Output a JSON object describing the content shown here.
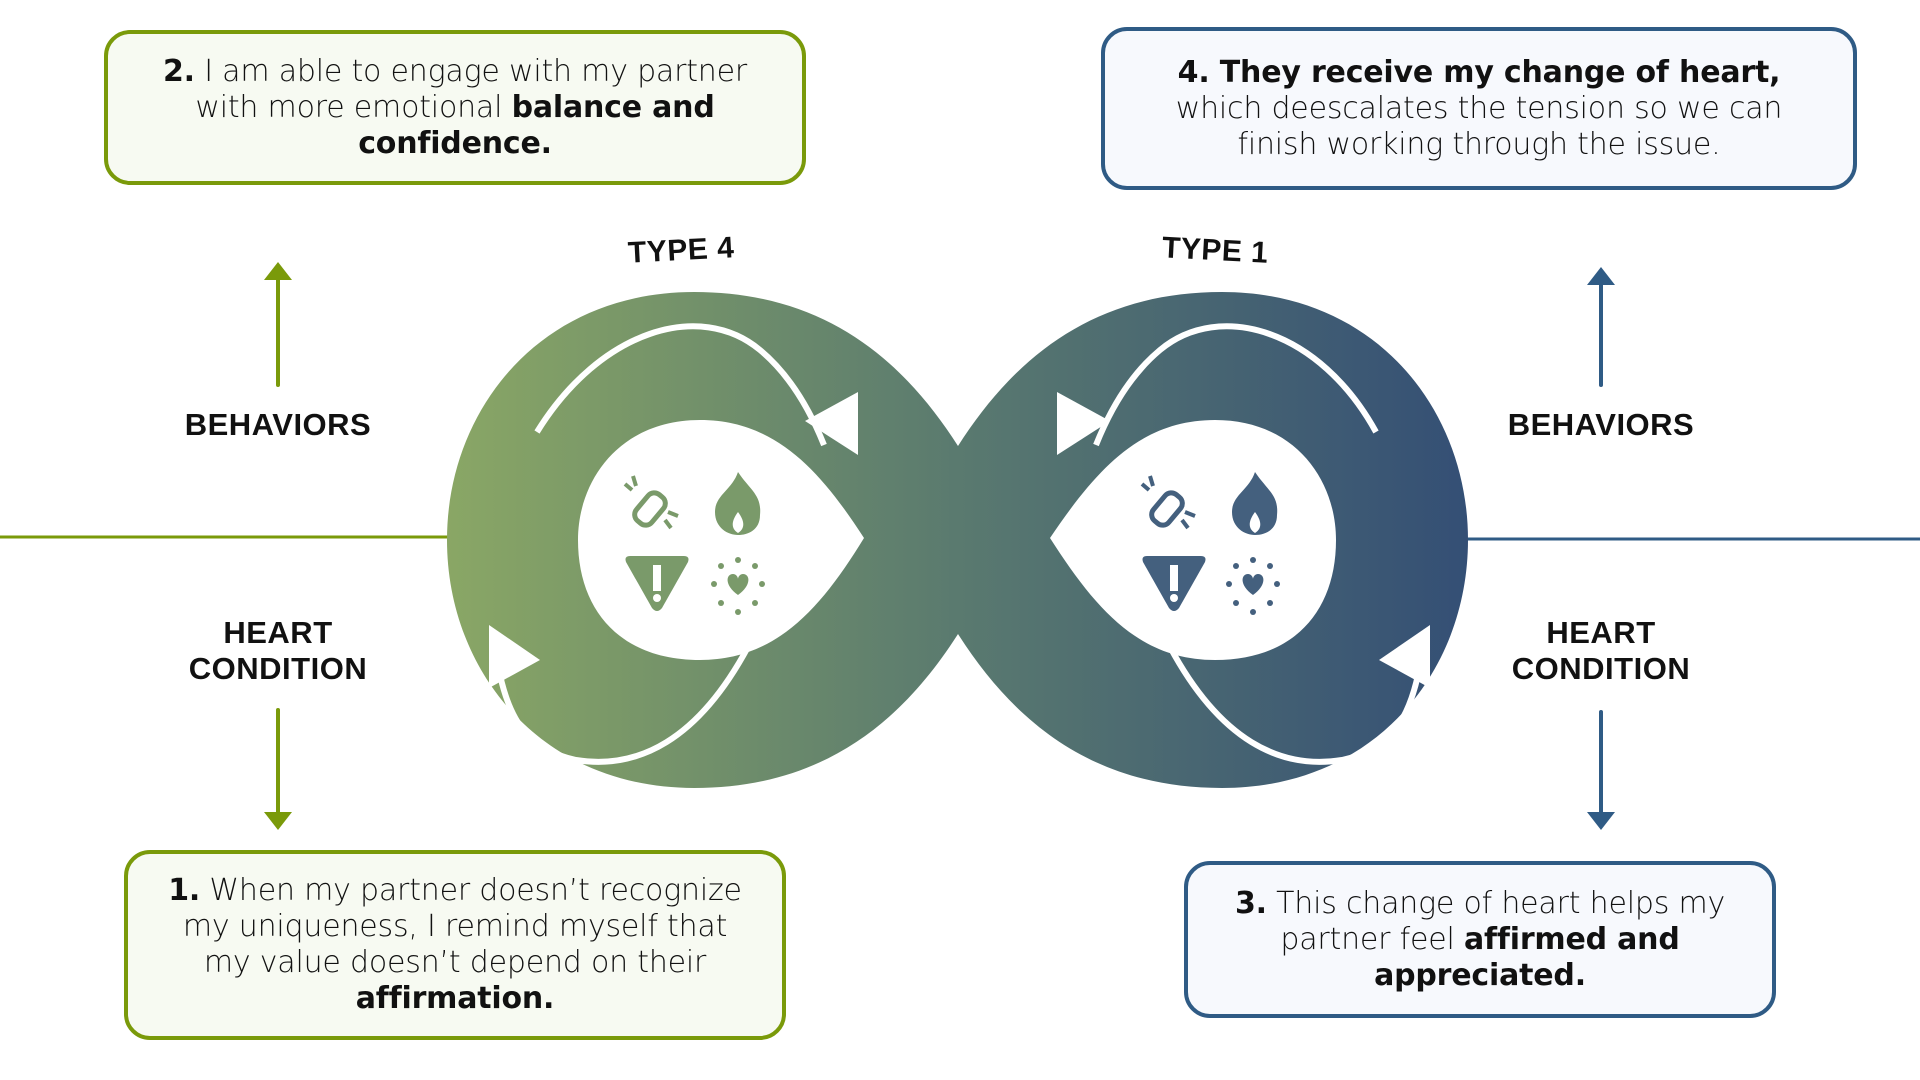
{
  "colors": {
    "green_accent": "#7a9a0a",
    "blue_accent": "#2f5b85",
    "loop_green": "#8aa765",
    "loop_mid": "#5a7a6f",
    "loop_blue": "#344f75"
  },
  "loop": {
    "left_label": "TYPE 4",
    "right_label": "TYPE 1",
    "icons": [
      "broken-link-icon",
      "fire-icon",
      "warning-icon",
      "heart-burst-icon"
    ]
  },
  "left": {
    "top_label": "BEHAVIORS",
    "bottom_label_line1": "HEART",
    "bottom_label_line2": "CONDITION"
  },
  "right": {
    "top_label": "BEHAVIORS",
    "bottom_label_line1": "HEART",
    "bottom_label_line2": "CONDITION"
  },
  "steps": {
    "step1": {
      "number": "1.",
      "text": " When my partner doesn’t recognize my uniqueness, I remind myself that my value doesn’t depend on their ",
      "bold": "affirmation."
    },
    "step2": {
      "number": "2.",
      "text": " I am able to engage with my partner with more emotional ",
      "bold": "balance and confidence."
    },
    "step3": {
      "number": "3.",
      "text": " This change of heart helps my partner feel ",
      "bold": "affirmed and appreciated."
    },
    "step4": {
      "bold": "4. They receive my change of heart,",
      "text": " which deescalates the tension so we can finish working through the issue."
    }
  }
}
